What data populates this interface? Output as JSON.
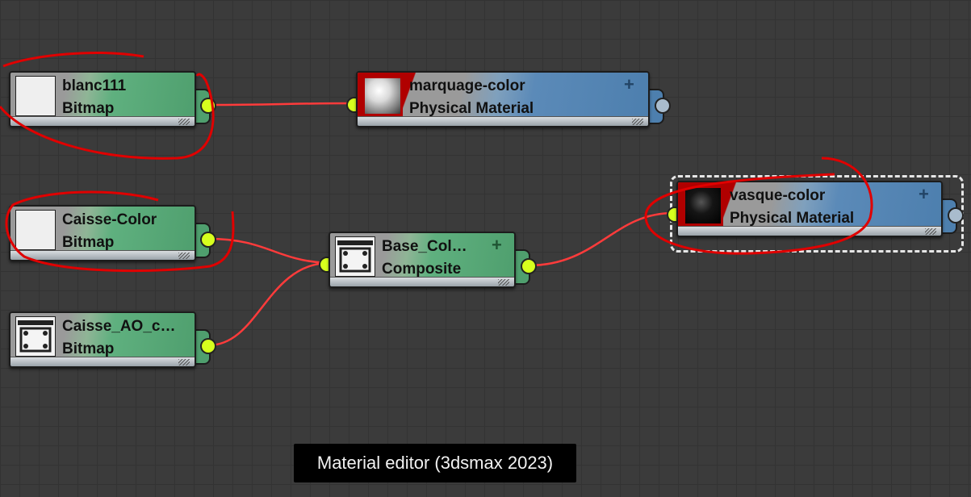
{
  "nodes": {
    "blanc111": {
      "name": "blanc111",
      "type": "Bitmap"
    },
    "marquage": {
      "name": "marquage-color",
      "type": "Physical Material"
    },
    "caisse_color": {
      "name": "Caisse-Color",
      "type": "Bitmap"
    },
    "caisse_ao": {
      "name": "Caisse_AO_c…",
      "type": "Bitmap"
    },
    "base_col": {
      "name": "Base_Col…",
      "type": "Composite"
    },
    "vasque": {
      "name": "vasque-color",
      "type": "Physical Material"
    }
  },
  "tooltip": {
    "text": "Material editor (3dsmax 2023)"
  },
  "colors": {
    "bitmap_band": "#4f9f6e",
    "material_band": "#4d7fae",
    "wire": "#ff3b3b",
    "socket_active": "#d7ff1e",
    "annotation": "#e00000"
  },
  "icons": {
    "plus": "plus-icon",
    "resize": "resize-grip-icon"
  }
}
